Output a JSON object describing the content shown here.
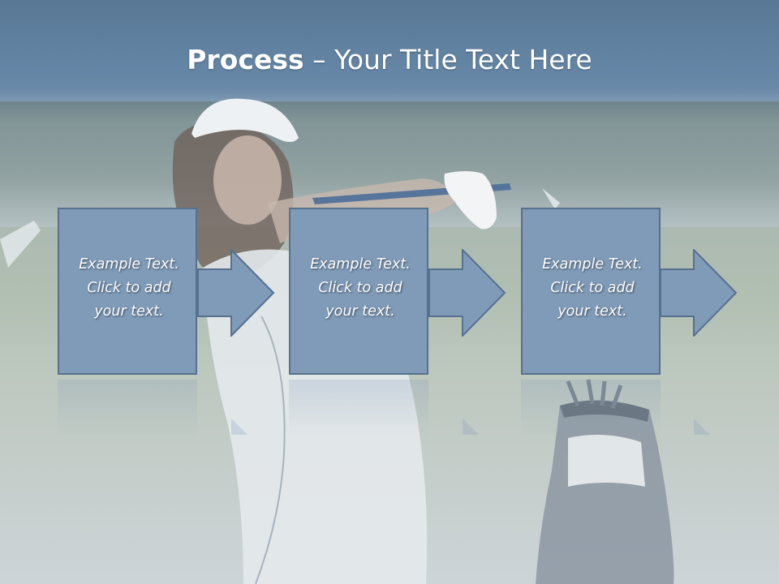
{
  "slide": {
    "title_bold": "Process",
    "title_rest": " – Your Title Text Here"
  },
  "steps": [
    {
      "line1": "Example Text.",
      "line2": "Click  to add",
      "line3": "your text."
    },
    {
      "line1": "Example Text.",
      "line2": "Click  to add",
      "line3": "your text."
    },
    {
      "line1": "Example Text.",
      "line2": "Click  to add",
      "line3": "your text."
    }
  ],
  "colors": {
    "box_fill": "#7f9bb8",
    "box_border": "#56718d",
    "header": "#6586a6"
  }
}
